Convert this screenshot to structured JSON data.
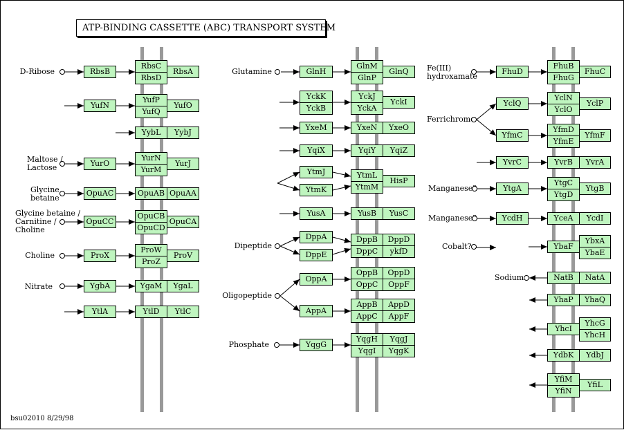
{
  "title": "ATP-BINDING CASSETTE (ABC) TRANSPORT SYSTEM",
  "footer": "bsu02010  8/29/98",
  "colors": {
    "gene_fill": "#bff5bf",
    "membrane": "#999999"
  },
  "compounds": {
    "d_ribose": "D-Ribose",
    "maltose": [
      "Maltose /",
      "Lactose"
    ],
    "glycine_betaine": [
      "Glycine",
      "betaine"
    ],
    "glycine_betaine_carnitine": [
      "Glycine betaine /",
      "Carnitine /",
      "Choline"
    ],
    "choline": "Choline",
    "nitrate": "Nitrate",
    "glutamine": "Glutamine",
    "dipeptide": "Dipeptide",
    "oligopeptide": "Oligopeptide",
    "phosphate": "Phosphate",
    "fe_hydroxamate": [
      "Fe(III)",
      "hydroxamate"
    ],
    "ferrichrome": "Ferrichrome",
    "manganese1": "Manganese?",
    "manganese2": "Manganese?",
    "cobalt": "Cobalt?",
    "sodium": "Sodium"
  },
  "genes": {
    "RbsB": "RbsB",
    "RbsC": "RbsC",
    "RbsD": "RbsD",
    "RbsA": "RbsA",
    "YufN": "YufN",
    "YufP": "YufP",
    "YufQ": "YufQ",
    "YufO": "YufO",
    "YybL": "YybL",
    "YybJ": "YybJ",
    "YurO": "YurO",
    "YurN": "YurN",
    "YurM": "YurM",
    "YurJ": "YurJ",
    "OpuAC": "OpuAC",
    "OpuAB": "OpuAB",
    "OpuAA": "OpuAA",
    "OpuCC": "OpuCC",
    "OpuCB": "OpuCB",
    "OpuCD": "OpuCD",
    "OpuCA": "OpuCA",
    "ProX": "ProX",
    "ProW": "ProW",
    "ProZ": "ProZ",
    "ProV": "ProV",
    "YgbA": "YgbA",
    "YgaM": "YgaM",
    "YgaL": "YgaL",
    "YtlA": "YtlA",
    "YtlD": "YtlD",
    "YtlC": "YtlC",
    "GlnH": "GlnH",
    "GlnM": "GlnM",
    "GlnP": "GlnP",
    "GlnQ": "GlnQ",
    "YckK": "YckK",
    "YckB": "YckB",
    "YckJ": "YckJ",
    "YckA": "YckA",
    "YckI": "YckI",
    "YxeM": "YxeM",
    "YxeN": "YxeN",
    "YxeO": "YxeO",
    "YqiX": "YqiX",
    "YqiY": "YqiY",
    "YqiZ": "YqiZ",
    "YtmJ": "YtmJ",
    "YtmK": "YtmK",
    "YtmL": "YtmL",
    "YtmM": "YtmM",
    "HisP": "HisP",
    "YusA": "YusA",
    "YusB": "YusB",
    "YusC": "YusC",
    "DppA": "DppA",
    "DppE": "DppE",
    "DppB": "DppB",
    "DppC": "DppC",
    "DppD": "DppD",
    "ykfD": "ykfD",
    "OppA": "OppA",
    "OppB": "OppB",
    "OppC": "OppC",
    "OppD": "OppD",
    "OppF": "OppF",
    "AppA": "AppA",
    "AppB": "AppB",
    "AppC": "AppC",
    "AppD": "AppD",
    "AppF": "AppF",
    "YqgG": "YqgG",
    "YqgH": "YqgH",
    "YqgI": "YqgI",
    "YqgJ": "YqgJ",
    "YqgK": "YqgK",
    "FhuD": "FhuD",
    "FhuB": "FhuB",
    "FhuG": "FhuG",
    "FhuC": "FhuC",
    "YclQ": "YclQ",
    "YclN": "YclN",
    "YclO": "YclO",
    "YclP": "YclP",
    "YfmC": "YfmC",
    "YfmD": "YfmD",
    "YfmE": "YfmE",
    "YfmF": "YfmF",
    "YvrC": "YvrC",
    "YvrB": "YvrB",
    "YvrA": "YvrA",
    "YtgA": "YtgA",
    "YtgC": "YtgC",
    "YtgD": "YtgD",
    "YtgB": "YtgB",
    "YcdH": "YcdH",
    "YceA": "YceA",
    "YcdI": "YcdI",
    "YbaF": "YbaF",
    "YbxA": "YbxA",
    "YbaE": "YbaE",
    "NatB": "NatB",
    "NatA": "NatA",
    "YhaP": "YhaP",
    "YhaQ": "YhaQ",
    "YhcI": "YhcI",
    "YhcG": "YhcG",
    "YhcH": "YhcH",
    "YdbK": "YdbK",
    "YdbJ": "YdbJ",
    "YfiM": "YfiM",
    "YfiN": "YfiN",
    "YfiL": "YfiL"
  }
}
